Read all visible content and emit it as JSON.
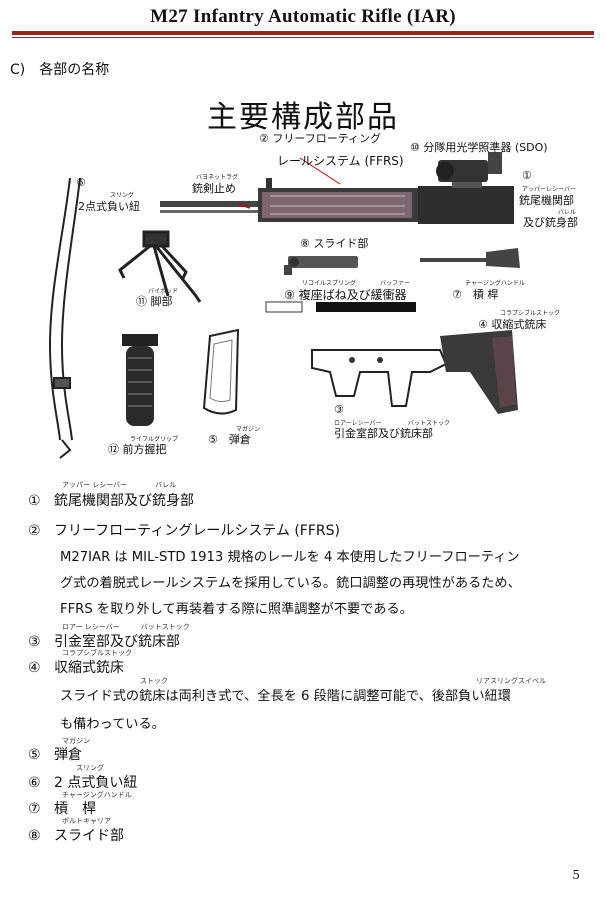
{
  "header": {
    "title": "M27 Infantry Automatic Rifle (IAR)"
  },
  "section": {
    "label": "C)　各部の名称"
  },
  "diagram": {
    "title": "主要構成部品",
    "labels": {
      "c2": "② フリーフローティング",
      "rail": "レールシステム (FFRS)",
      "c10": "⑩ 分隊用光学照準器 (SDO)",
      "c6": "⑥",
      "sling_ruby": "スリング",
      "sling": "2点式負い紐",
      "bayonet_ruby": "バヨネットラグ",
      "bayonet": "銃剣止め",
      "c1": "①",
      "upper_ruby": "アッパーレシーバー",
      "upper": "銃尾機関部",
      "barrel_ruby": "バレル",
      "barrel": "及び銃身部",
      "c8": "⑧ スライド部",
      "c11": "⑪ 脚部",
      "bipod_ruby": "バイポッド",
      "recoil_ruby": "リコイルスプリング",
      "buffer_ruby": "バッファー",
      "c9": "⑨ 複座ばね及び緩衝器",
      "charging_ruby": "チャージングハンドル",
      "c7": "⑦　槓 桿",
      "stock_ruby": "コラプシブルストック",
      "c4": "④ 収縮式銃床",
      "mag_ruby": "マガジン",
      "c5": "⑤　弾倉",
      "grip_ruby": "ライフルグリップ",
      "c12": "⑫ 前方握把",
      "c3": "③",
      "lower_ruby": "ロアーレシーバー",
      "buttstock_ruby": "バットストック",
      "lower": "引金室部及び銃床部"
    }
  },
  "items": [
    {
      "num": "①",
      "ruby": "アッパー レシーバー　　　　バレル",
      "text": "銃尾機関部及び銃身部"
    },
    {
      "num": "②",
      "ruby": "",
      "text": "フリーフローティングレールシステム (FFRS)"
    },
    {
      "num": "③",
      "ruby": "ロアー レシーバー　　　バットストック",
      "text": "引金室部及び銃床部"
    },
    {
      "num": "④",
      "ruby": "コラプシブルストック",
      "text": "収縮式銃床"
    },
    {
      "num": "⑤",
      "ruby": "マガジン",
      "text": "弾倉"
    },
    {
      "num": "⑥",
      "ruby": "　　スリング",
      "text": "2 点式負い紐"
    },
    {
      "num": "⑦",
      "ruby": "チャージングハンドル",
      "text": "槓　桿"
    },
    {
      "num": "⑧",
      "ruby": "ボルトキャリア",
      "text": "スライド部"
    }
  ],
  "paragraphs": {
    "ffrs": [
      "M27IAR は MIL-STD 1913 規格のレールを 4 本使用したフリーフローティン",
      "グ式の着脱式レールシステムを採用している。銃口調整の再現性があるため、",
      "FFRS を取り外して再装着する際に照準調整が不要である。"
    ],
    "stock": [
      "スライド式の銃床は両利き式で、全長を 6 段階に調整可能で、後部負い紐環",
      "も備わっている。"
    ],
    "stock_ruby_a": "ストック",
    "stock_ruby_b": "リアスリングスイベル"
  },
  "page": {
    "number": "5"
  },
  "colors": {
    "accent": "#8a2a2a",
    "rail_highlight": "#b58a9a"
  }
}
